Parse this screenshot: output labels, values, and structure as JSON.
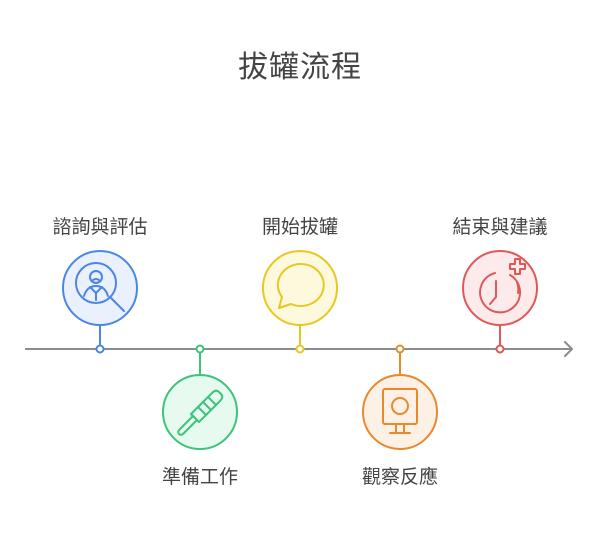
{
  "title": "拔罐流程",
  "timeline": {
    "axis_color": "#8c8c8c",
    "steps": [
      {
        "label": "諮詢與評估",
        "position": "top",
        "icon": "person-search-icon",
        "stroke": "#4a86e8",
        "fill": "#eaf1fd"
      },
      {
        "label": "準備工作",
        "position": "bottom",
        "icon": "file-tool-icon",
        "stroke": "#3cc47c",
        "fill": "#e6faf0"
      },
      {
        "label": "開始拔罐",
        "position": "top",
        "icon": "speech-bubble-icon",
        "stroke": "#e6c81e",
        "fill": "#fdf9dc"
      },
      {
        "label": "觀察反應",
        "position": "bottom",
        "icon": "monitor-camera-icon",
        "stroke": "#e8892e",
        "fill": "#fdf0e4"
      },
      {
        "label": "結束與建議",
        "position": "top",
        "icon": "clock-plus-icon",
        "stroke": "#e05757",
        "fill": "#fdeaea"
      }
    ]
  }
}
